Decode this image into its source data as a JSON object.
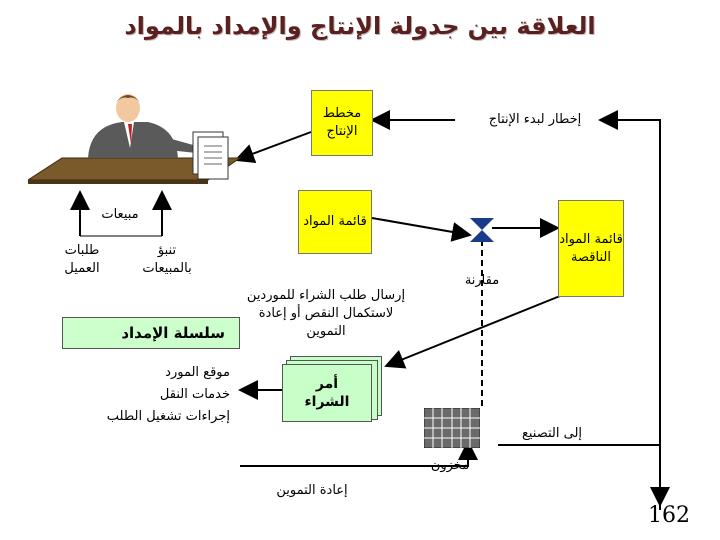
{
  "title": "العلاقة بين جدولة الإنتاج والإمداد بالمواد",
  "boxes": {
    "production_plan": "مخطط الإنتاج",
    "materials_list": "قائمة المواد",
    "shortage_list": "قائمة المواد الناقصة"
  },
  "labels": {
    "notify_production": "إخطار لبدء الإنتاج",
    "sales": "مبيعات",
    "customer_orders": "طلبات العميل",
    "sales_forecast": "تنبؤ بالمبيعات",
    "send_orders": "إرسال طلب الشراء للموردين لاستكمال النقص أو إعادة التموين",
    "compare": "مقارنة",
    "to_manufacturing": "إلى التصنيع",
    "inventory": "مخزون",
    "replenish": "إعادة التموين"
  },
  "supply_chain": {
    "heading": "سلسلة الإمداد",
    "items": [
      "موقع المورد",
      "خدمات النقل",
      "إجراءات تشغيل الطلب"
    ]
  },
  "purchase_order": "أمر الشراء",
  "page_number": "162",
  "colors": {
    "title": "#5a1f1f",
    "yellow_box": "#ffff00",
    "supply_bg": "#ccffcc",
    "order_bg": "#c8ffc8",
    "arrows": "#000000"
  }
}
